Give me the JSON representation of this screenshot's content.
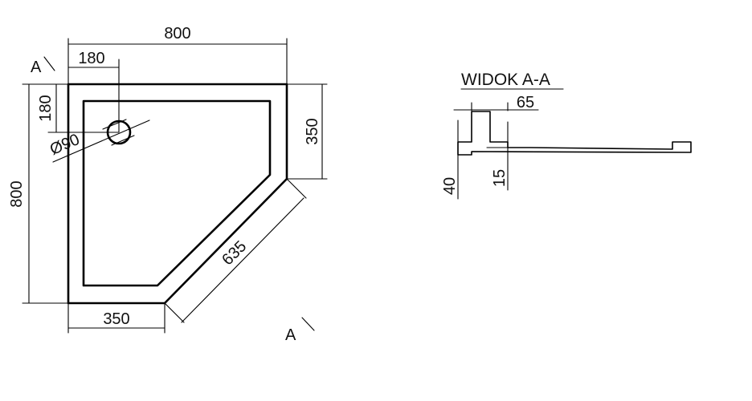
{
  "plan": {
    "width": "800",
    "drain_offset_x": "180",
    "drain_offset_y": "180",
    "drain_diameter": "Ø90",
    "height": "800",
    "side_right": "350",
    "diagonal": "635",
    "side_bottom": "350"
  },
  "section_markers": {
    "top": "A",
    "bottom": "A"
  },
  "section": {
    "title": "WIDOK A-A",
    "rim_width": "65",
    "total_height": "40",
    "base_height": "15"
  }
}
